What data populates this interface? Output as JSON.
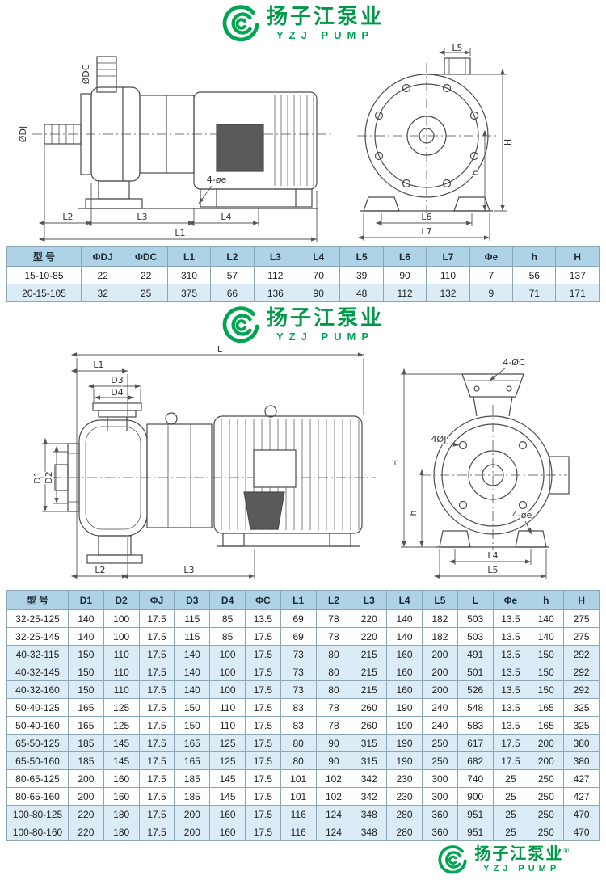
{
  "logo": {
    "cn": "扬子江泵业",
    "en": "YZJ PUMP",
    "reg": "®"
  },
  "drawing1": {
    "labels": {
      "odc": "ØDC",
      "odj": "ØDJ",
      "hole_e": "4-øe",
      "l1": "L1",
      "l2": "L2",
      "l3": "L3",
      "l4": "L4",
      "l5": "L5",
      "l6": "L6",
      "l7": "L7",
      "big_h": "H",
      "small_h": "h"
    }
  },
  "table1": {
    "headers": [
      "型 号",
      "ΦDJ",
      "ΦDC",
      "L1",
      "L2",
      "L3",
      "L4",
      "L5",
      "L6",
      "L7",
      "Φe",
      "h",
      "H"
    ],
    "rows": [
      [
        "15-10-85",
        "22",
        "22",
        "310",
        "57",
        "112",
        "70",
        "39",
        "90",
        "110",
        "7",
        "56",
        "137"
      ],
      [
        "20-15-105",
        "32",
        "25",
        "375",
        "66",
        "136",
        "90",
        "48",
        "112",
        "132",
        "9",
        "71",
        "171"
      ]
    ]
  },
  "drawing2": {
    "labels": {
      "l": "L",
      "l1": "L1",
      "l2": "L2",
      "l3": "L3",
      "l4": "L4",
      "l5": "L5",
      "d1": "D1",
      "d2": "D2",
      "d3": "D3",
      "d4": "D4",
      "hole_c": "4-ØC",
      "hole_j": "4ØJ",
      "hole_e": "4-øe",
      "big_h": "H",
      "small_h": "h"
    }
  },
  "table2": {
    "headers": [
      "型 号",
      "D1",
      "D2",
      "ΦJ",
      "D3",
      "D4",
      "ΦC",
      "L1",
      "L2",
      "L3",
      "L4",
      "L5",
      "L",
      "Φe",
      "h",
      "H"
    ],
    "rows": [
      [
        "32-25-125",
        "140",
        "100",
        "17.5",
        "115",
        "85",
        "13.5",
        "69",
        "78",
        "220",
        "140",
        "182",
        "503",
        "13.5",
        "140",
        "275"
      ],
      [
        "32-25-145",
        "140",
        "100",
        "17.5",
        "115",
        "85",
        "17.5",
        "69",
        "78",
        "220",
        "140",
        "182",
        "503",
        "13.5",
        "140",
        "275"
      ],
      [
        "40-32-115",
        "150",
        "110",
        "17.5",
        "140",
        "100",
        "17.5",
        "73",
        "80",
        "215",
        "160",
        "200",
        "491",
        "13.5",
        "150",
        "292"
      ],
      [
        "40-32-145",
        "150",
        "110",
        "17.5",
        "140",
        "100",
        "17.5",
        "73",
        "80",
        "215",
        "160",
        "200",
        "501",
        "13.5",
        "150",
        "292"
      ],
      [
        "40-32-160",
        "150",
        "110",
        "17.5",
        "140",
        "100",
        "17.5",
        "73",
        "80",
        "215",
        "160",
        "200",
        "526",
        "13.5",
        "150",
        "292"
      ],
      [
        "50-40-125",
        "165",
        "125",
        "17.5",
        "150",
        "110",
        "17.5",
        "83",
        "78",
        "260",
        "190",
        "240",
        "548",
        "13.5",
        "165",
        "325"
      ],
      [
        "50-40-160",
        "165",
        "125",
        "17.5",
        "150",
        "110",
        "17.5",
        "83",
        "78",
        "260",
        "190",
        "240",
        "583",
        "13.5",
        "165",
        "325"
      ],
      [
        "65-50-125",
        "185",
        "145",
        "17.5",
        "165",
        "125",
        "17.5",
        "80",
        "90",
        "315",
        "190",
        "250",
        "617",
        "17.5",
        "200",
        "380"
      ],
      [
        "65-50-160",
        "185",
        "145",
        "17.5",
        "165",
        "125",
        "17.5",
        "80",
        "90",
        "315",
        "190",
        "250",
        "682",
        "17.5",
        "200",
        "380"
      ],
      [
        "80-65-125",
        "200",
        "160",
        "17.5",
        "185",
        "145",
        "17.5",
        "101",
        "102",
        "342",
        "230",
        "300",
        "740",
        "25",
        "250",
        "427"
      ],
      [
        "80-65-160",
        "200",
        "160",
        "17.5",
        "185",
        "145",
        "17.5",
        "101",
        "102",
        "342",
        "230",
        "300",
        "900",
        "25",
        "250",
        "427"
      ],
      [
        "100-80-125",
        "220",
        "180",
        "17.5",
        "200",
        "160",
        "17.5",
        "116",
        "124",
        "348",
        "280",
        "360",
        "951",
        "25",
        "250",
        "470"
      ],
      [
        "100-80-160",
        "220",
        "180",
        "17.5",
        "200",
        "160",
        "17.5",
        "116",
        "124",
        "348",
        "280",
        "360",
        "951",
        "25",
        "250",
        "470"
      ]
    ]
  }
}
